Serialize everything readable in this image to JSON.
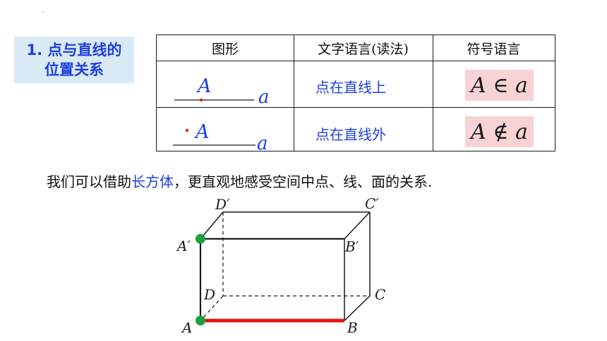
{
  "section": {
    "line1": "1. 点与直线的",
    "line2": "位置关系"
  },
  "table": {
    "headers": [
      "图形",
      "文字语言(读法)",
      "符号语言"
    ],
    "rows": [
      {
        "figure_point": "A",
        "figure_line": "a",
        "text": "点在直线上",
        "symbol": "A ∈ a"
      },
      {
        "figure_point": "A",
        "figure_line": "a",
        "text": "点在直线外",
        "symbol": "A ∉ a"
      }
    ]
  },
  "sentence": {
    "before": "我们可以借助",
    "highlight": "长方体",
    "after": "，更直观地感受空间中点、线、面的关系."
  },
  "cuboid": {
    "vertex_labels": {
      "A": "A",
      "B": "B",
      "C": "C",
      "D": "D",
      "A1": "A′",
      "B1": "B′",
      "C1": "C′",
      "D1": "D′"
    }
  },
  "colors": {
    "accent_blue": "#1f3fdc",
    "label_bg": "#d9e9f6",
    "symbol_bg": "#f7d3d6",
    "point_red": "#e0201a",
    "edge_red": "#e8120c",
    "vertex_green": "#1fa03a"
  }
}
